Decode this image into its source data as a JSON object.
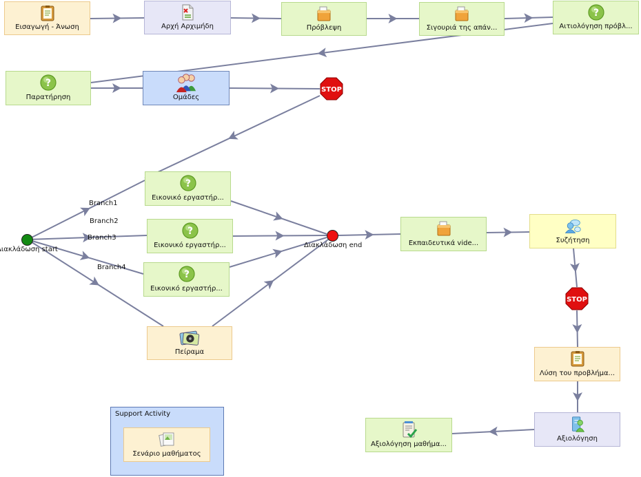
{
  "colors": {
    "edge": "#7a7f9e",
    "green_box": "#e6f7c9",
    "lavender_box": "#e7e7f7",
    "orange_box": "#fdf1d2",
    "yellow_box": "#ffffc4",
    "blue_box": "#c9dcfb",
    "stop": "#e01010",
    "start_dot": "#138a13",
    "end_dot": "#ee1111"
  },
  "activities": [
    {
      "id": "a1",
      "label": "Εισαγωγή - Άνωση",
      "icon": "notepad-icon"
    },
    {
      "id": "a2",
      "label": "Αρχή Αρχιμήδη",
      "icon": "document-icon"
    },
    {
      "id": "a3",
      "label": "Πρόβλεψη",
      "icon": "box-icon"
    },
    {
      "id": "a4",
      "label": "Σιγουριά της απάν...",
      "icon": "box-icon"
    },
    {
      "id": "a5",
      "label": "Αιτιολόγηση πρόβλ...",
      "icon": "question-icon"
    },
    {
      "id": "a6",
      "label": "Παρατήρηση",
      "icon": "question-icon"
    },
    {
      "id": "a7",
      "label": "Ομάδες",
      "icon": "group-icon"
    },
    {
      "id": "a8",
      "label": "Εικονικό εργαστήρ...",
      "icon": "question-icon"
    },
    {
      "id": "a9",
      "label": "Εικονικό εργαστήρ...",
      "icon": "question-icon"
    },
    {
      "id": "a10",
      "label": "Εικονικό εργαστήρ...",
      "icon": "question-icon"
    },
    {
      "id": "a11",
      "label": "Πείραμα",
      "icon": "media-icon"
    },
    {
      "id": "a12",
      "label": "Εκπαιδευτικά vide...",
      "icon": "box-icon"
    },
    {
      "id": "a13",
      "label": "Συζήτηση",
      "icon": "chat-icon"
    },
    {
      "id": "a14",
      "label": "Λύση του προβλήμα...",
      "icon": "notepad-icon"
    },
    {
      "id": "a15",
      "label": "Αξιολόγηση",
      "icon": "person-list-icon"
    },
    {
      "id": "a16",
      "label": "Αξιολόγηση μαθήμα...",
      "icon": "checklist-icon"
    }
  ],
  "gates": {
    "stop_label": "STOP",
    "branch_start": "Διακλάδωση start",
    "branch_end": "Διακλάδωση end"
  },
  "branches": [
    "Branch1",
    "Branch2",
    "Branch3",
    "Branch4"
  ],
  "support": {
    "title": "Support Activity",
    "item": {
      "label": "Σενάριο μαθήματος",
      "icon": "scenario-icon"
    }
  }
}
